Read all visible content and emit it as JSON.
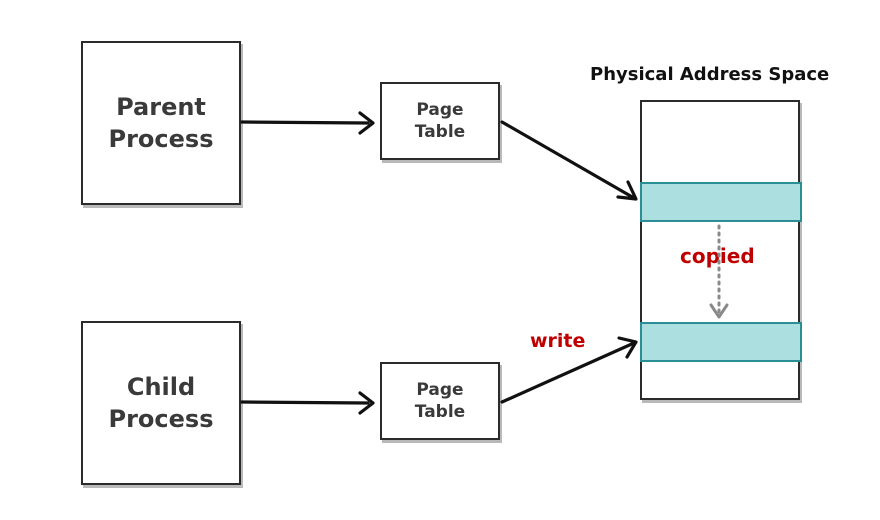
{
  "parent_process": {
    "line1": "Parent",
    "line2": "Process"
  },
  "child_process": {
    "line1": "Child",
    "line2": "Process"
  },
  "page_table_parent": {
    "line1": "Page",
    "line2": "Table"
  },
  "page_table_child": {
    "line1": "Page",
    "line2": "Table"
  },
  "memory": {
    "title": "Physical Address Space"
  },
  "labels": {
    "copied": "copied",
    "write": "write"
  },
  "colors": {
    "label_red": "#c00000",
    "page_fill": "#acdfe0",
    "page_border": "#2a8f95",
    "copy_arrow": "#8a8a8a"
  }
}
